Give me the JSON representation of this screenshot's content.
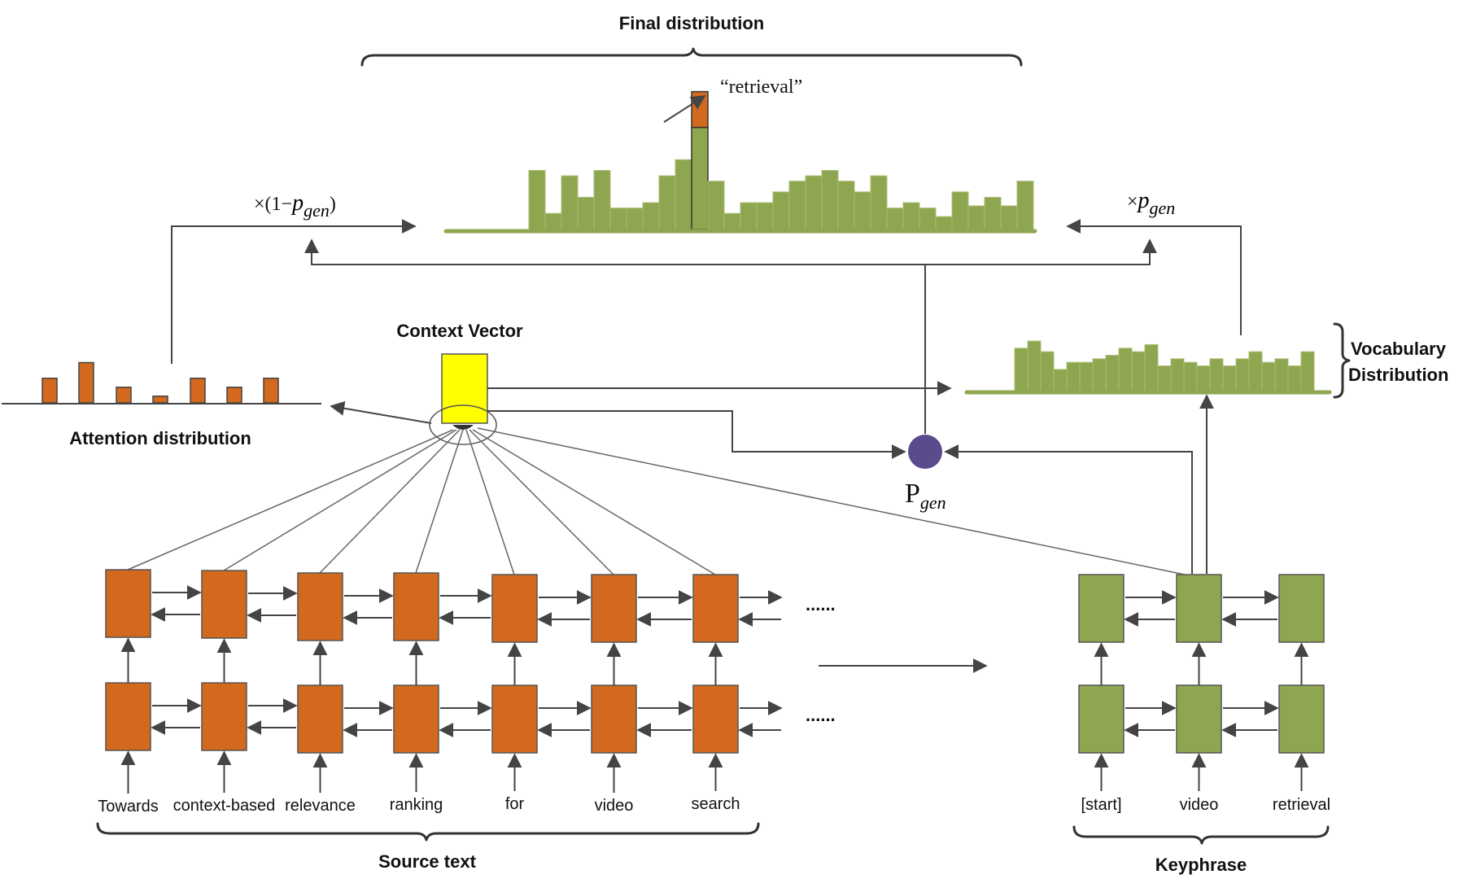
{
  "labels": {
    "final_distribution": "Final distribution",
    "retrieval_annotation": "“retrieval”",
    "one_minus_pgen_prefix": "×(1−",
    "one_minus_pgen_var": "p",
    "one_minus_pgen_sub": "gen",
    "one_minus_pgen_suffix": ")",
    "times_pgen_prefix": "×",
    "times_pgen_var": "p",
    "times_pgen_sub": "gen",
    "context_vector": "Context Vector",
    "attention_distribution": "Attention distribution",
    "vocabulary_line1": "Vocabulary",
    "vocabulary_line2": "Distribution",
    "pgen_main": "P",
    "pgen_sub": "gen",
    "source_text": "Source text",
    "keyphrase": "Keyphrase",
    "ellipsis": "......"
  },
  "source_tokens": [
    "Towards",
    "context-based",
    "relevance",
    "ranking",
    "for",
    "video",
    "search"
  ],
  "keyphrase_tokens": [
    "[start]",
    "video",
    "retrieval"
  ],
  "colors": {
    "encoder": "#d2691e",
    "decoder": "#8fa650",
    "context": "#ffff00",
    "pgen": "#5b4a8c",
    "line": "#444444"
  },
  "final_bars": [
    0.55,
    0.15,
    0.5,
    0.3,
    0.55,
    0.2,
    0.2,
    0.25,
    0.5,
    0.65,
    0.95,
    0.45,
    0.15,
    0.25,
    0.25,
    0.35,
    0.45,
    0.5,
    0.55,
    0.45,
    0.35,
    0.5,
    0.2,
    0.25,
    0.2,
    0.12,
    0.35,
    0.22,
    0.3,
    0.22,
    0.45
  ],
  "final_highlight_index": 10,
  "vocab_bars": [
    0.6,
    0.7,
    0.55,
    0.3,
    0.4,
    0.4,
    0.45,
    0.5,
    0.6,
    0.55,
    0.65,
    0.35,
    0.45,
    0.4,
    0.35,
    0.45,
    0.35,
    0.45,
    0.55,
    0.4,
    0.45,
    0.35,
    0.55
  ],
  "attention_bars": [
    0.55,
    0.9,
    0.35,
    0.15,
    0.55,
    0.35,
    0.55
  ]
}
